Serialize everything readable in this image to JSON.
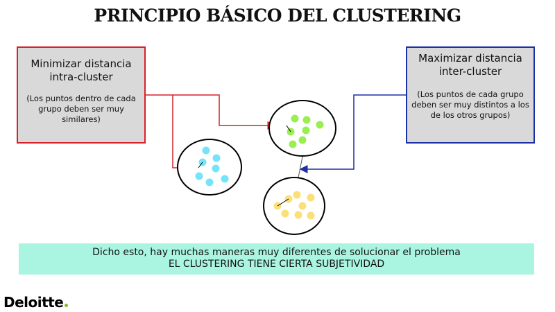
{
  "title": "PRINCIPIO BÁSICO DEL CLUSTERING",
  "left_box": {
    "main": "Minimizar distancia intra-cluster",
    "sub": "(Los puntos dentro de cada grupo deben ser muy similares)",
    "border_color": "#d9202a"
  },
  "right_box": {
    "main": "Maximizar distancia inter-cluster",
    "sub": "(Los puntos de cada grupo deben ser muy distintos a los de los otros grupos)",
    "border_color": "#1c2fa6"
  },
  "clusters": [
    {
      "name": "cyan",
      "color": "#74e4fa"
    },
    {
      "name": "green",
      "color": "#99ee50"
    },
    {
      "name": "yellow",
      "color": "#fbe079"
    }
  ],
  "banner": {
    "line1": "Dicho esto, hay muchas maneras muy diferentes de solucionar el problema",
    "line2": "EL CLUSTERING TIENE CIERTA SUBJETIVIDAD",
    "background": "#aaf5e1"
  },
  "logo": {
    "text": "Deloitte",
    "dot_color": "#86bc25"
  }
}
